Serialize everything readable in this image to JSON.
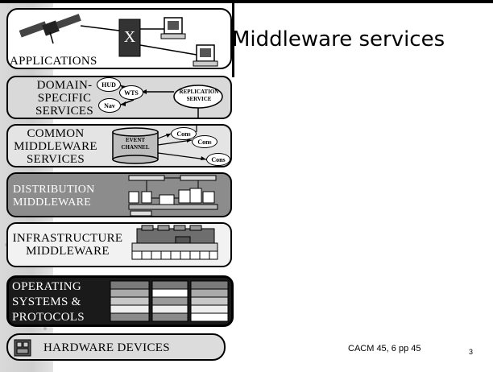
{
  "slide": {
    "title": "Middleware services",
    "citation": "CACM 45, 6 pp 45",
    "page_number": "3"
  },
  "layers": {
    "applications": {
      "label": "APPLICATIONS"
    },
    "domain_specific": {
      "label_lines": [
        "DOMAIN-",
        "SPECIFIC",
        "SERVICES"
      ],
      "nodes": [
        "HUD",
        "WTS",
        "Nav"
      ],
      "replication": [
        "REPLICATION",
        "SERVICE"
      ]
    },
    "common": {
      "label_lines": [
        "COMMON",
        "MIDDLEWARE",
        "SERVICES"
      ],
      "event_channel": [
        "EVENT",
        "CHANNEL"
      ],
      "consumers": [
        "Cons",
        "Cons",
        "Cons"
      ]
    },
    "distribution": {
      "label_lines": [
        "DISTRIBUTION",
        "MIDDLEWARE"
      ]
    },
    "infrastructure": {
      "label_lines": [
        "INFRASTRUCTURE",
        "MIDDLEWARE"
      ]
    },
    "os": {
      "label_lines": [
        "OPERATING",
        "SYSTEMS &",
        "PROTOCOLS"
      ]
    },
    "hardware": {
      "label": "HARDWARE DEVICES"
    }
  },
  "colors": {
    "dist_band": "#8c8c8c",
    "os_band": "#1a1a1a",
    "page": "#ffffff"
  }
}
